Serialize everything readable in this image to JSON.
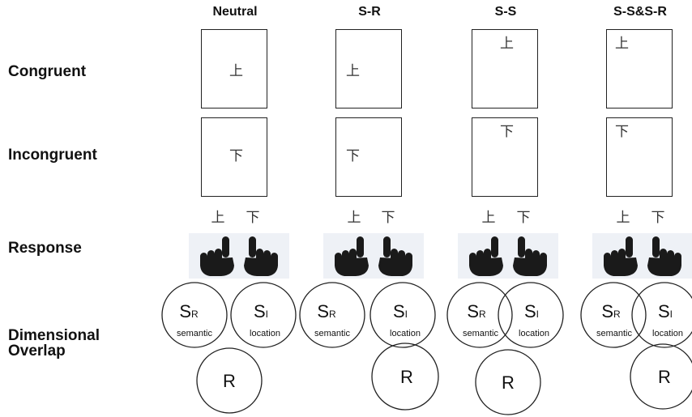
{
  "columns": [
    {
      "title": "Neutral"
    },
    {
      "title": "S-R"
    },
    {
      "title": "S-S"
    },
    {
      "title": "S-S&S-R"
    }
  ],
  "rows": {
    "congruent": "Congruent",
    "incongruent": "Incongruent",
    "response": "Response",
    "overlap_line1": "Dimensional",
    "overlap_line2": "Overlap"
  },
  "stimuli": {
    "up": "上",
    "down": "下"
  },
  "response_labels": [
    "上",
    "下"
  ],
  "circles": {
    "sr_main": "S",
    "sr_sub": "R",
    "si_main": "S",
    "si_sub": "I",
    "r_label": "R",
    "semantic": "semantic",
    "location": "location"
  },
  "colors": {
    "panel": "#eef1f6",
    "hand": "#1a1a1a",
    "stroke": "#222222"
  }
}
